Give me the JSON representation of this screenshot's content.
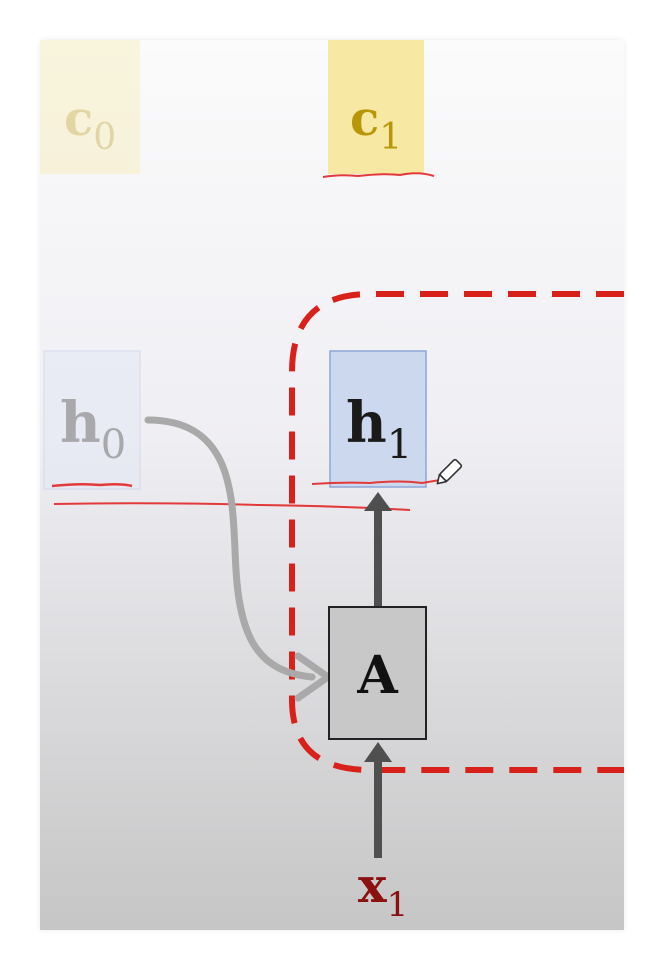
{
  "diagram": {
    "cell_states": [
      {
        "id": "c0",
        "base": "c",
        "subscript": "0",
        "faded": true
      },
      {
        "id": "c1",
        "base": "c",
        "subscript": "1",
        "faded": false
      }
    ],
    "hidden_states": [
      {
        "id": "h0",
        "base": "h",
        "subscript": "0",
        "faded": true
      },
      {
        "id": "h1",
        "base": "h",
        "subscript": "1",
        "faded": false
      }
    ],
    "cell": {
      "label": "A"
    },
    "input": {
      "base": "x",
      "subscript": "1"
    },
    "colors": {
      "cell_state_box": "#f7e8a4",
      "cell_state_text": "#b8960a",
      "hidden_state_box": "#ccd8ee",
      "hidden_state_border": "#8ea6d8",
      "cell_box": "#c8c8c8",
      "arrow": "#4f4f4f",
      "recurrent_arrow": "#a9a9a9",
      "dashed_border": "#d9211b",
      "annotation_line": "#e23a3a",
      "input_text": "#8b1010"
    },
    "icons": [
      "pencil-icon"
    ]
  }
}
